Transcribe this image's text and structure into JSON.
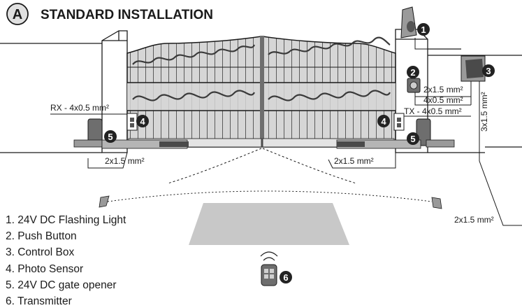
{
  "header": {
    "badge_letter": "A",
    "title": "STANDARD INSTALLATION"
  },
  "wiring_labels": {
    "rx": "RX - 4x0.5 mm²",
    "tx": "TX - 4x0.5 mm²",
    "push_button_a": "2x1.5 mm²",
    "push_button_b": "4x0.5 mm²",
    "control_box_vertical": "3x1.5 mm²",
    "left_opener": "2x1.5 mm²",
    "right_opener": "2x1.5 mm²",
    "flashing_light_run": "2x1.5 mm²"
  },
  "markers": {
    "flashing_light": "1",
    "push_button": "2",
    "control_box": "3",
    "photo_left": "4",
    "photo_right": "4",
    "opener_left": "5",
    "opener_right": "5",
    "transmitter": "6"
  },
  "legend": [
    "1. 24V DC Flashing Light",
    "2. Push Button",
    "3. Control Box",
    "4. Photo Sensor",
    "5. 24V DC gate opener",
    "6. Transmitter"
  ],
  "colors": {
    "ink": "#1a1a1a",
    "gate_fill": "#d6d6d6",
    "gate_dark": "#6e6e6e",
    "floor_pad": "#c8c8c8",
    "device_body": "#9a9a9a",
    "marker_fill": "#222222"
  }
}
